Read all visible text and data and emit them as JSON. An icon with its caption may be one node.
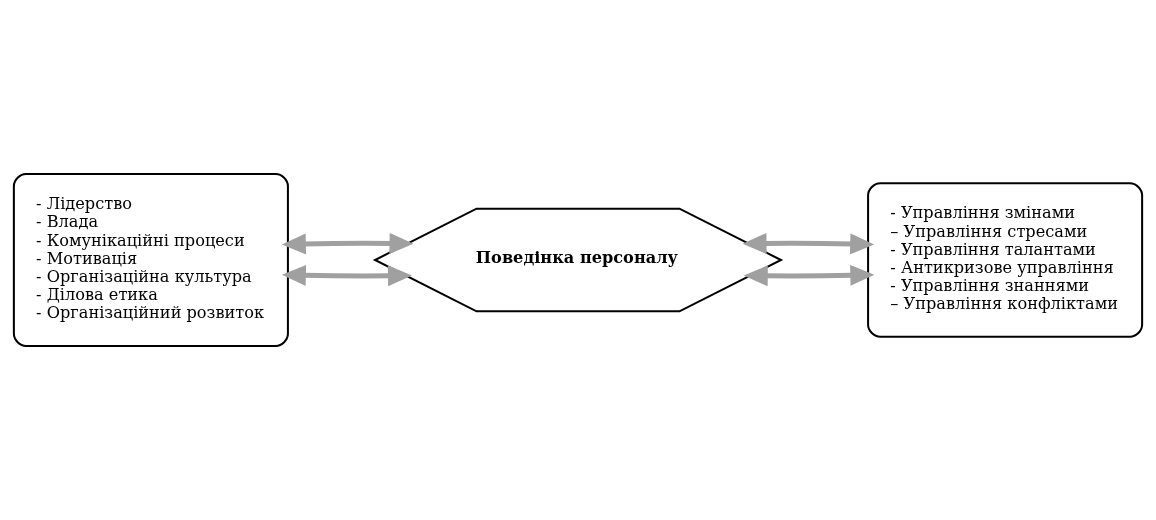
{
  "diagram": {
    "nodes": [
      {
        "text": [
          "- Лідерство",
          "- Влада",
          "- Комунікаційні процеси",
          "- Мотивація",
          "- Організаційна культура",
          "- Ділова етика",
          "- Організаційний розвиток"
        ]
      },
      {
        "text": [
          "Поведінка персоналу"
        ]
      },
      {
        "text": [
          "- Управління змінами",
          "– Управління стресами",
          "- Управління талантами",
          "- Антикризове управління",
          "- Управління знаннями",
          "– Управління конфліктами"
        ]
      }
    ],
    "edges": [
      {
        "from": 0,
        "to": 1,
        "arrow": "both"
      },
      {
        "from": 0,
        "to": 1,
        "arrow": "both"
      },
      {
        "from": 1,
        "to": 2,
        "arrow": "both"
      },
      {
        "from": 1,
        "to": 2,
        "arrow": "both"
      }
    ]
  }
}
